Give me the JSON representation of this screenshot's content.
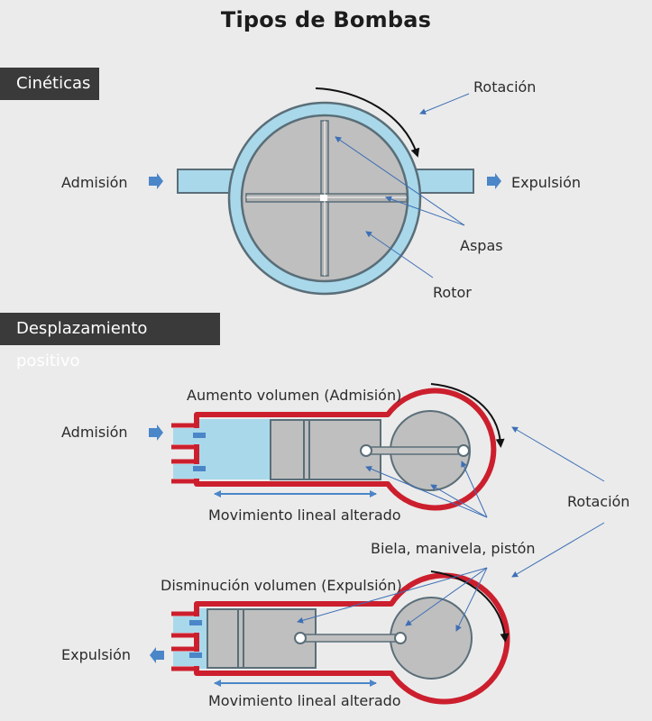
{
  "title": "Tipos de Bombas",
  "sections": {
    "kinetic": {
      "heading": "Cinéticas",
      "labels": {
        "intake": "Admisión",
        "outlet": "Expulsión",
        "rotation": "Rotación",
        "vanes": "Aspas",
        "rotor": "Rotor"
      }
    },
    "positive_displacement": {
      "heading": "Desplazamiento positivo",
      "labels": {
        "volume_increase": "Aumento volumen (Admisión)",
        "intake": "Admisión",
        "linear_motion_top": "Movimiento lineal alterado",
        "rotation": "Rotación",
        "mechanism": "Biela, manivela, pistón",
        "volume_decrease": "Disminución volumen (Expulsión)",
        "outlet": "Expulsión",
        "linear_motion_bottom": "Movimiento lineal alterado"
      }
    }
  },
  "colors": {
    "background": "#ebebeb",
    "fluid": "#a9d8ea",
    "casing_outline": "#5a6e78",
    "rotor_fill": "#bfbfbf",
    "cylinder_wall": "#cc1f2e",
    "arrow_blue": "#4a86c8",
    "leader_line": "#3d6fb5",
    "tag_background": "#3a3a3a"
  }
}
